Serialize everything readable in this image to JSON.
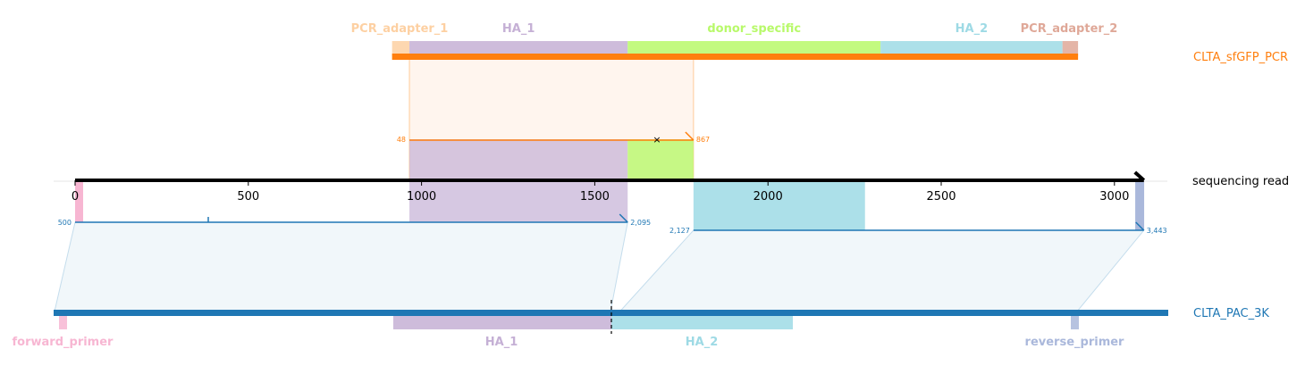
{
  "chart_data": {
    "type": "alignment-map",
    "read": {
      "name": "sequencing read",
      "axis_ticks": [
        0,
        500,
        1000,
        1500,
        2000,
        2500,
        3000
      ],
      "axis_tick_labels": [
        "0",
        "500",
        "1000",
        "1500",
        "2000",
        "2500",
        "3000"
      ],
      "length": 3085,
      "color": "#000000"
    },
    "reference_top": {
      "name": "CLTA_sfGFP_PCR",
      "color": "#ff7f0e",
      "read_span": [
        915,
        2895
      ],
      "features": [
        {
          "name": "PCR_adapter_1",
          "color": "#fdd0a2",
          "read_span": [
            915,
            965
          ]
        },
        {
          "name": "HA_1",
          "color": "#c5b0d5",
          "read_span": [
            965,
            1595
          ]
        },
        {
          "name": "donor_specific",
          "color": "#b8f96a",
          "read_span": [
            1595,
            2325
          ]
        },
        {
          "name": "HA_2",
          "color": "#9edae5",
          "read_span": [
            2325,
            2850
          ]
        },
        {
          "name": "PCR_adapter_2",
          "color": "#dfa898",
          "read_span": [
            2850,
            2895
          ]
        }
      ],
      "alignment": {
        "ref_start_label": "48",
        "ref_end_label": "867",
        "read_span": [
          965,
          1785
        ]
      }
    },
    "reference_bottom": {
      "name": "CLTA_PAC_3K",
      "color": "#1f77b4",
      "read_span": [
        -60,
        3150
      ],
      "features": [
        {
          "name": "forward_primer",
          "color": "#f7b6d2",
          "read_span": [
            -40,
            -20
          ]
        },
        {
          "name": "HA_1",
          "color": "#c5b0d5",
          "read_span": [
            915,
            1545
          ]
        },
        {
          "name": "HA_2",
          "color": "#9edae5",
          "read_span": [
            1545,
            2070
          ]
        },
        {
          "name": "reverse_primer",
          "color": "#aab8db",
          "read_span": [
            2880,
            2900
          ]
        }
      ],
      "cut_site": 1545,
      "alignments": [
        {
          "ref_start_label": "500",
          "ref_end_label": "2,095",
          "read_span": [
            0,
            1595
          ],
          "ref_span": [
            -60,
            1545
          ]
        },
        {
          "ref_start_label": "2,127",
          "ref_end_label": "3,443",
          "read_span": [
            1785,
            3085
          ],
          "ref_span": [
            1570,
            2890
          ]
        }
      ]
    }
  }
}
